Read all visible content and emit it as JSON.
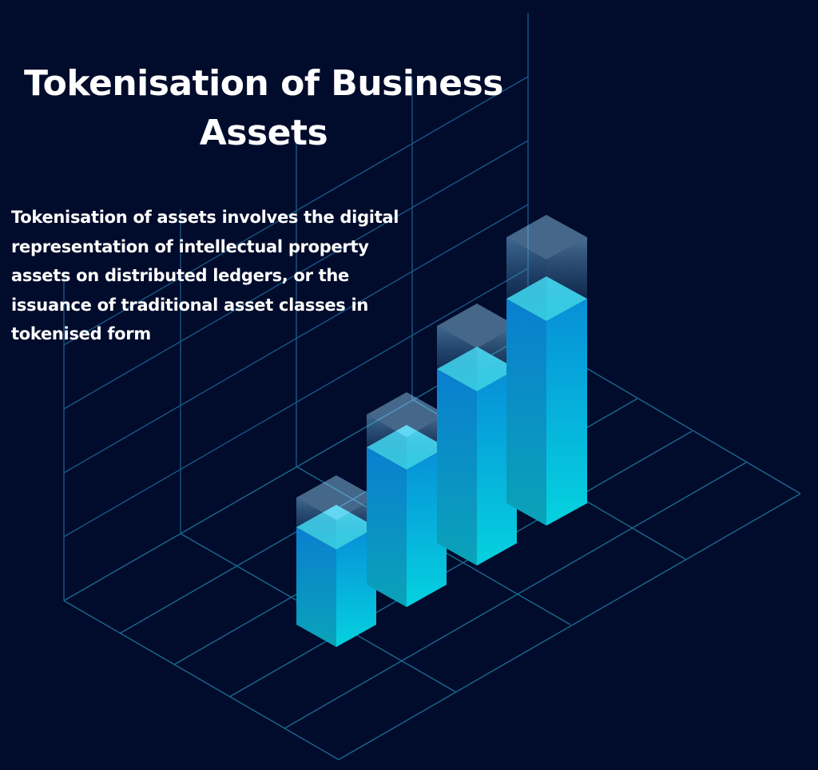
{
  "title": "Tokenisation of Business Assets",
  "description": "Tokenisation of assets involves the digital representation of intellectual property assets on distributed ledgers, or the issuance of traditional asset classes in tokenised form",
  "illustration": {
    "type": "isometric-bar-illustration",
    "bar_count": 4,
    "trend": "increasing",
    "colors": {
      "background": "#010b2b",
      "grid_line": "#1d5f91",
      "bar_top": "#35d8ea",
      "bar_left_face": "#0a86d0",
      "bar_right_face": "#06b7d8",
      "ghost_cap": "#9ad6ff"
    }
  }
}
